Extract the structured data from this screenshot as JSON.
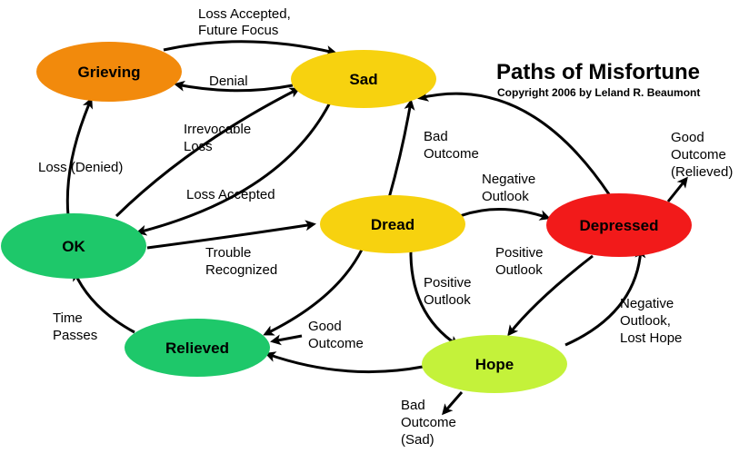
{
  "title": "Paths of Misfortune",
  "copyright": "Copyright 2006 by Leland R. Beaumont",
  "nodes": {
    "grieving": {
      "label": "Grieving",
      "color": "#f28a0c"
    },
    "sad": {
      "label": "Sad",
      "color": "#f7d20f"
    },
    "ok": {
      "label": "OK",
      "color": "#1ec86a"
    },
    "dread": {
      "label": "Dread",
      "color": "#f7d20f"
    },
    "depressed": {
      "label": "Depressed",
      "color": "#f21a1a"
    },
    "relieved": {
      "label": "Relieved",
      "color": "#1ec86a"
    },
    "hope": {
      "label": "Hope",
      "color": "#c4f23a"
    }
  },
  "edges": {
    "loss_accepted_future_focus": [
      "Loss Accepted,",
      "Future Focus"
    ],
    "denial": [
      "Denial"
    ],
    "loss_denied": [
      "Loss (Denied)"
    ],
    "irrevocable_loss": [
      "Irrevocable",
      "Loss"
    ],
    "loss_accepted": [
      "Loss Accepted"
    ],
    "bad_outcome": [
      "Bad",
      "Outcome"
    ],
    "trouble_recognized": [
      "Trouble",
      "Recognized"
    ],
    "negative_outlook": [
      "Negative",
      "Outlook"
    ],
    "good_outcome_relieved": [
      "Good",
      "Outcome",
      "(Relieved)"
    ],
    "positive_outlook_depressed": [
      "Positive",
      "Outlook"
    ],
    "positive_outlook_dread": [
      "Positive",
      "Outlook"
    ],
    "negative_outlook_lost_hope": [
      "Negative",
      "Outlook,",
      "Lost Hope"
    ],
    "time_passes": [
      "Time",
      "Passes"
    ],
    "good_outcome": [
      "Good",
      "Outcome"
    ],
    "bad_outcome_sad": [
      "Bad",
      "Outcome",
      "(Sad)"
    ]
  }
}
